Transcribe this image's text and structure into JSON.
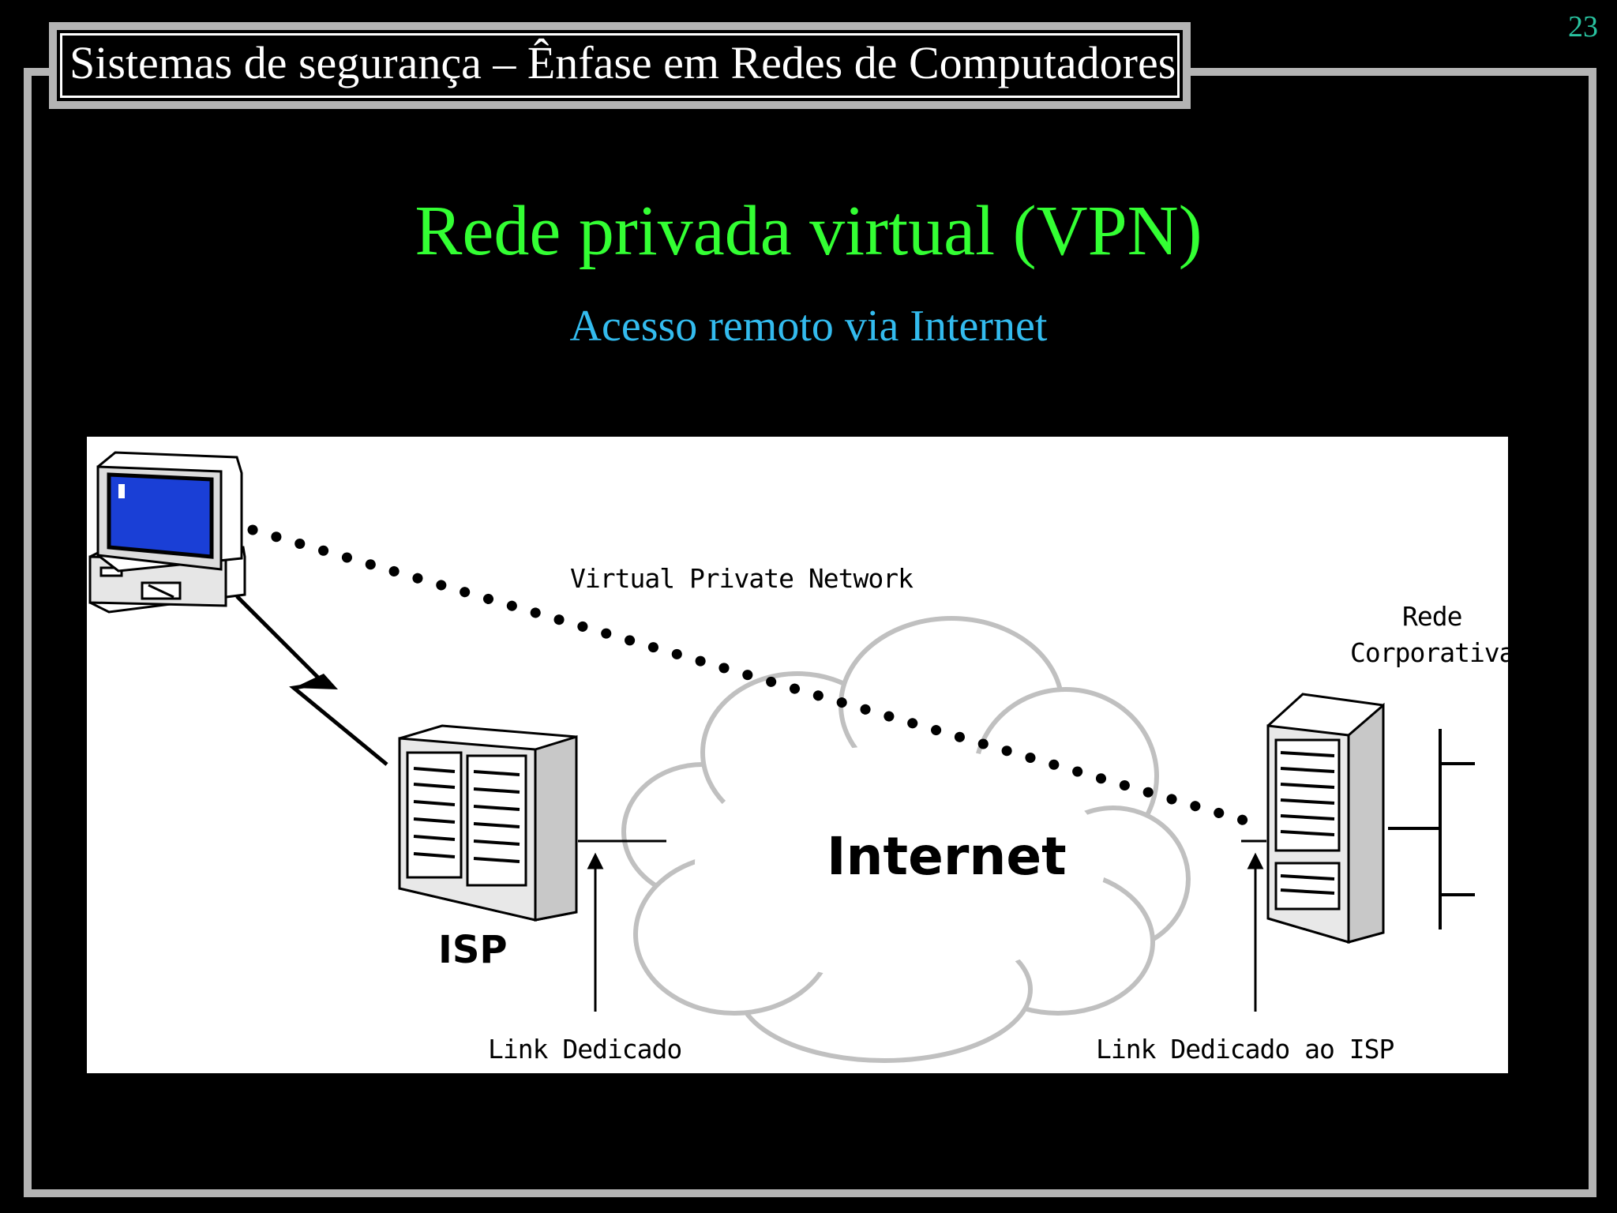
{
  "header": {
    "title": "Sistemas de segurança – Ênfase em Redes de Computadores"
  },
  "page_number": "23",
  "slide": {
    "title": "Rede privada virtual (VPN)",
    "subtitle": "Acesso remoto via Internet"
  },
  "diagram": {
    "vpn_label": "Virtual Private Network",
    "corporate_label_line1": "Rede",
    "corporate_label_line2": "Corporativa",
    "internet_label": "Internet",
    "isp_label": "ISP",
    "link_dedicated_label": "Link Dedicado",
    "link_dedicated_isp_label": "Link Dedicado ao ISP"
  },
  "colors": {
    "header_text": "#ffffff",
    "title": "#33ff33",
    "subtitle": "#33bbee",
    "page_number": "#29c3a0",
    "frame": "#b4b4b4",
    "monitor_screen": "#1a3fd6"
  }
}
